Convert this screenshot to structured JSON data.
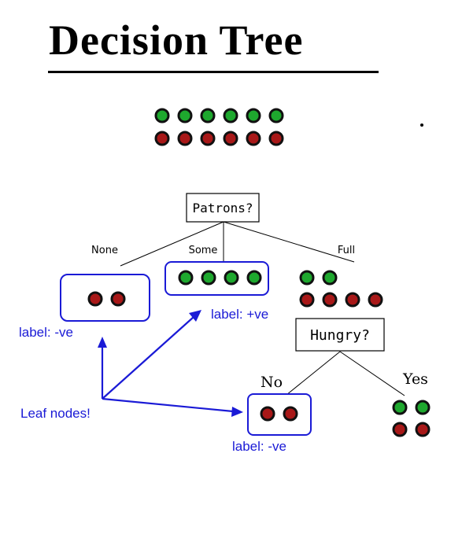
{
  "title": "Decision Tree",
  "colors": {
    "positive": "#1ea82e",
    "negative": "#a81818",
    "annotation": "#1a1ad6"
  },
  "root": {
    "attribute": "Patrons?",
    "examples": {
      "positive": 6,
      "negative": 6
    }
  },
  "branches": {
    "none": {
      "label": "None",
      "positive": 0,
      "negative": 2,
      "leaf_label": "label: -ve"
    },
    "some": {
      "label": "Some",
      "positive": 4,
      "negative": 0,
      "leaf_label": "label: +ve"
    },
    "full": {
      "label": "Full",
      "positive": 2,
      "negative": 4,
      "attribute": "Hungry?"
    }
  },
  "sub_branches": {
    "no": {
      "label": "No",
      "positive": 0,
      "negative": 2,
      "leaf_label": "label: -ve"
    },
    "yes": {
      "label": "Yes",
      "positive": 2,
      "negative": 2
    }
  },
  "annotation": "Leaf nodes!"
}
